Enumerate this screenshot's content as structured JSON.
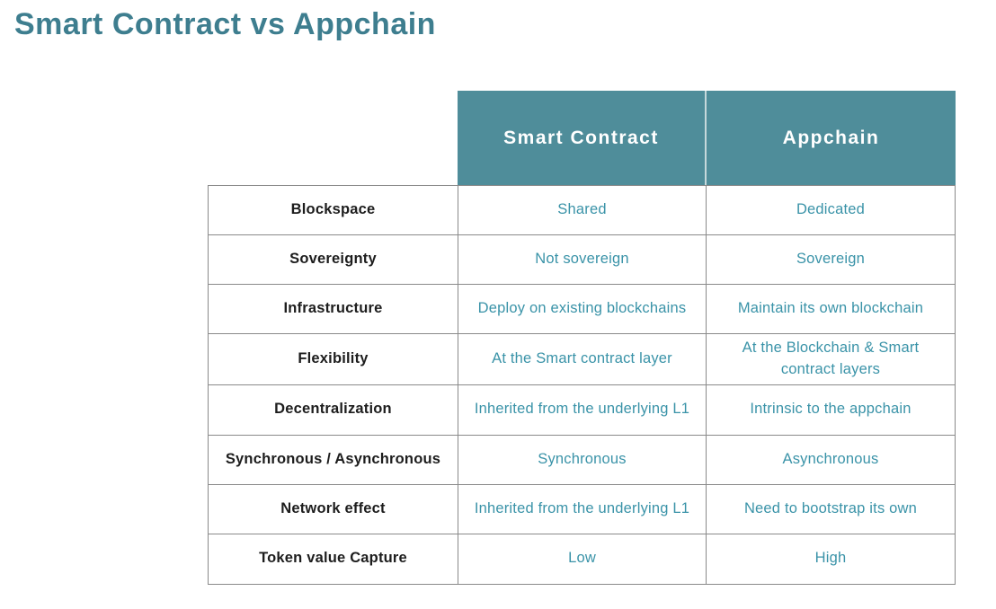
{
  "page": {
    "title": "Smart Contract vs Appchain"
  },
  "colors": {
    "title_teal": "#3E7E8F",
    "header_background_teal": "#4F8D9A",
    "header_text": "#FFFFFF",
    "value_text_teal": "#3A93A8",
    "feature_text": "#1D1D1D",
    "border_gray": "#8A8A8A"
  },
  "table": {
    "columns": [
      "Smart Contract",
      "Appchain"
    ],
    "rows": [
      {
        "feature": "Blockspace",
        "smart_contract": "Shared",
        "appchain": "Dedicated"
      },
      {
        "feature": "Sovereignty",
        "smart_contract": "Not sovereign",
        "appchain": "Sovereign"
      },
      {
        "feature": "Infrastructure",
        "smart_contract": "Deploy on existing blockchains",
        "appchain": "Maintain its own blockchain"
      },
      {
        "feature": "Flexibility",
        "smart_contract": "At the Smart contract layer",
        "appchain": "At the Blockchain & Smart contract layers"
      },
      {
        "feature": "Decentralization",
        "smart_contract": "Inherited from the underlying L1",
        "appchain": "Intrinsic to the appchain"
      },
      {
        "feature": "Synchronous / Asynchronous",
        "smart_contract": "Synchronous",
        "appchain": "Asynchronous"
      },
      {
        "feature": "Network effect",
        "smart_contract": "Inherited from the underlying L1",
        "appchain": "Need to bootstrap its own"
      },
      {
        "feature": "Token value Capture",
        "smart_contract": "Low",
        "appchain": "High"
      }
    ]
  }
}
